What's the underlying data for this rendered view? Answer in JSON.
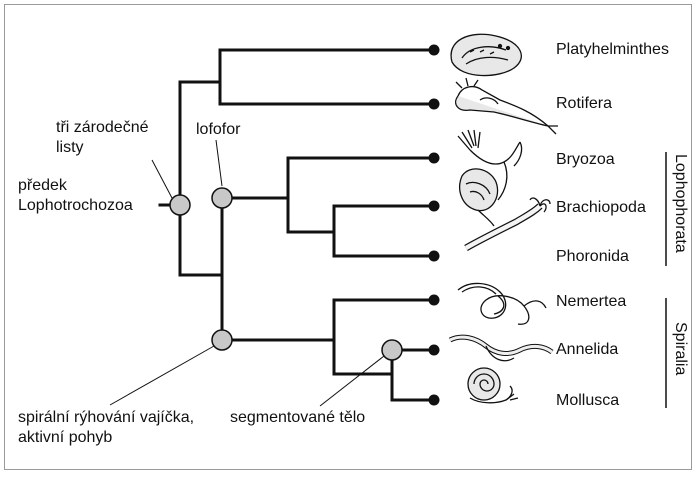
{
  "taxa": [
    "Platyhelminthes",
    "Rotifera",
    "Bryozoa",
    "Brachiopoda",
    "Phoronida",
    "Nemertea",
    "Annelida",
    "Mollusca"
  ],
  "annotations": {
    "tri_zarodecne_listy": "tři zárodečné listy",
    "predek": "předek Lophotrochozoa",
    "lofofor": "lofofor",
    "spiralni": "spirální rýhování vajíčka, aktivní pohyb",
    "segmentovane": "segmentované tělo"
  },
  "groups": {
    "lophophorata": "Lophophorata",
    "spiralia": "Spiralia"
  },
  "icons": [
    "flatworm-icon",
    "rotifer-icon",
    "bryozoan-icon",
    "brachiopod-icon",
    "phoronid-icon",
    "nemertean-icon",
    "annelid-icon",
    "snail-icon"
  ]
}
